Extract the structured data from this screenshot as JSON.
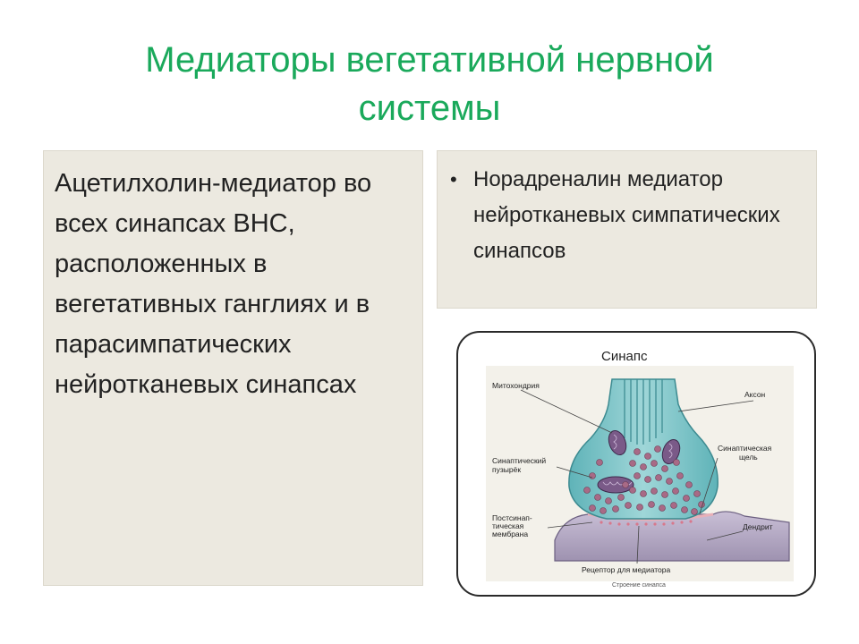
{
  "title": {
    "line1": "Медиаторы вегетативной нервной",
    "line2": "системы"
  },
  "left_box": {
    "text": "Ацетилхолин-медиатор во всех синапсах ВНС, расположенных в вегетативных ганглиях и в парасимпатических нейротканевых синапсах"
  },
  "right_box": {
    "bullet": "•",
    "text": "Норадреналин  медиатор нейротканевых симпатических синапсов"
  },
  "diagram": {
    "title": "Синапс",
    "labels": {
      "mitochondria": "Митохондрия",
      "axon": "Аксон",
      "vesicle_1": "Синаптический",
      "vesicle_2": "пузырёк",
      "cleft_1": "Синаптическая",
      "cleft_2": "щель",
      "membrane_1": "Постсинап-",
      "membrane_2": "тическая",
      "membrane_3": "мембрана",
      "dendrite": "Дендрит",
      "receptor": "Рецептор для медиатора",
      "caption": "Строение синапса"
    },
    "colors": {
      "axon": "#7fc4c8",
      "dendrite": "#b4a8c4",
      "vesicle": "#a86a86",
      "mitochondria": "#7a5a88"
    }
  }
}
